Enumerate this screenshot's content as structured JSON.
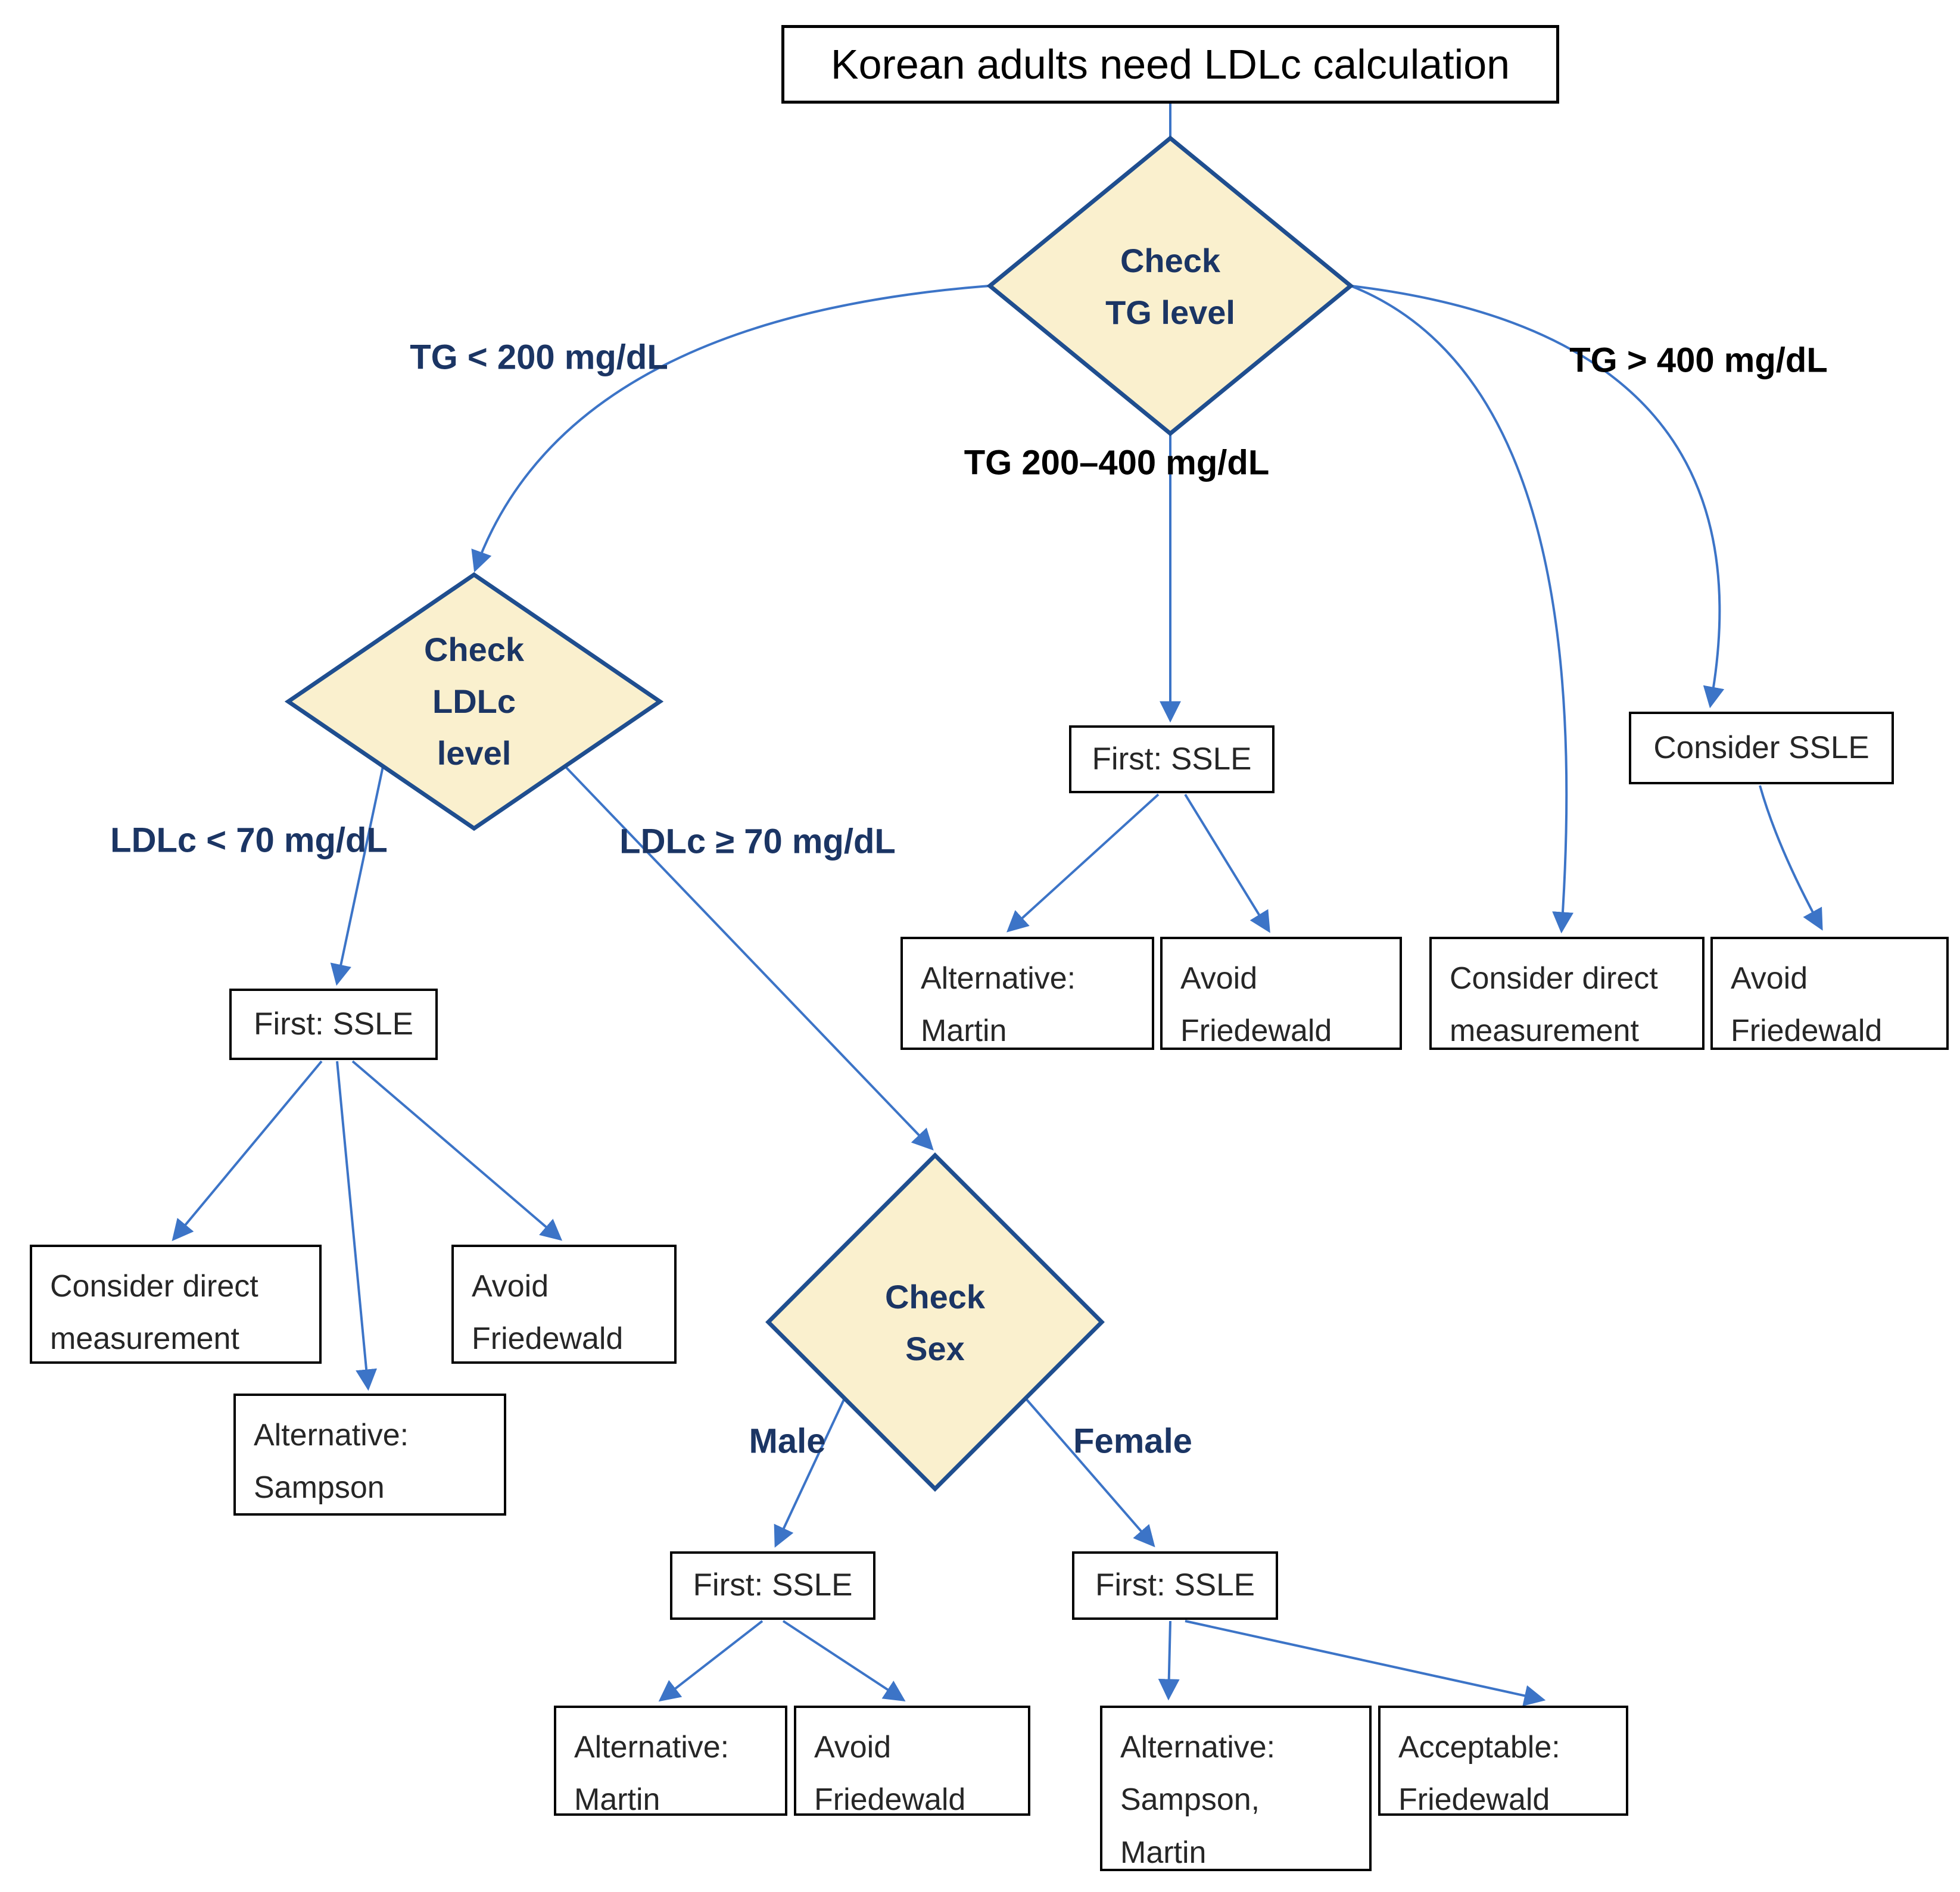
{
  "diagram": {
    "title": "Korean adults need LDLc calculation",
    "decisions": {
      "tg": "Check\nTG level",
      "ldlc": "Check\nLDLc\nlevel",
      "sex": "Check\nSex"
    },
    "branch_labels": {
      "tg_lt_200": "TG < 200 mg/dL",
      "tg_200_400": "TG 200–400 mg/dL",
      "tg_gt_400": "TG > 400 mg/dL",
      "ldlc_lt_70": "LDLc < 70 mg/dL",
      "ldlc_ge_70": "LDLc ≥ 70 mg/dL",
      "male": "Male",
      "female": "Female"
    },
    "nodes": {
      "mid_first_ssle": "First: SSLE",
      "consider_ssle": "Consider SSLE",
      "alt_martin_mid": "Alternative:\nMartin",
      "avoid_friedewald_mid": "Avoid\nFriedewald",
      "consider_direct_right": "Consider direct\nmeasurement",
      "avoid_friedewald_right": "Avoid\nFriedewald",
      "left_first_ssle": "First: SSLE",
      "consider_direct_left": "Consider direct\nmeasurement",
      "avoid_friedewald_left": "Avoid\nFriedewald",
      "alt_sampson_left": "Alternative:\nSampson",
      "male_first_ssle": "First: SSLE",
      "female_first_ssle": "First: SSLE",
      "alt_martin_bottom": "Alternative:\nMartin",
      "avoid_friedewald_bottom": "Avoid\nFriedewald",
      "alt_sampson_martin_bottom": "Alternative:\nSampson,\nMartin",
      "acceptable_friedewald_bottom": "Acceptable:\nFriedewald"
    },
    "colors": {
      "diamond_fill": "#FAF0CE",
      "diamond_border": "#1F4E8F",
      "arrow_blue": "#3C74C7",
      "navy_text": "#1B3564",
      "black_text": "#000000",
      "box_border": "#000000",
      "box_text": "#262626"
    }
  }
}
